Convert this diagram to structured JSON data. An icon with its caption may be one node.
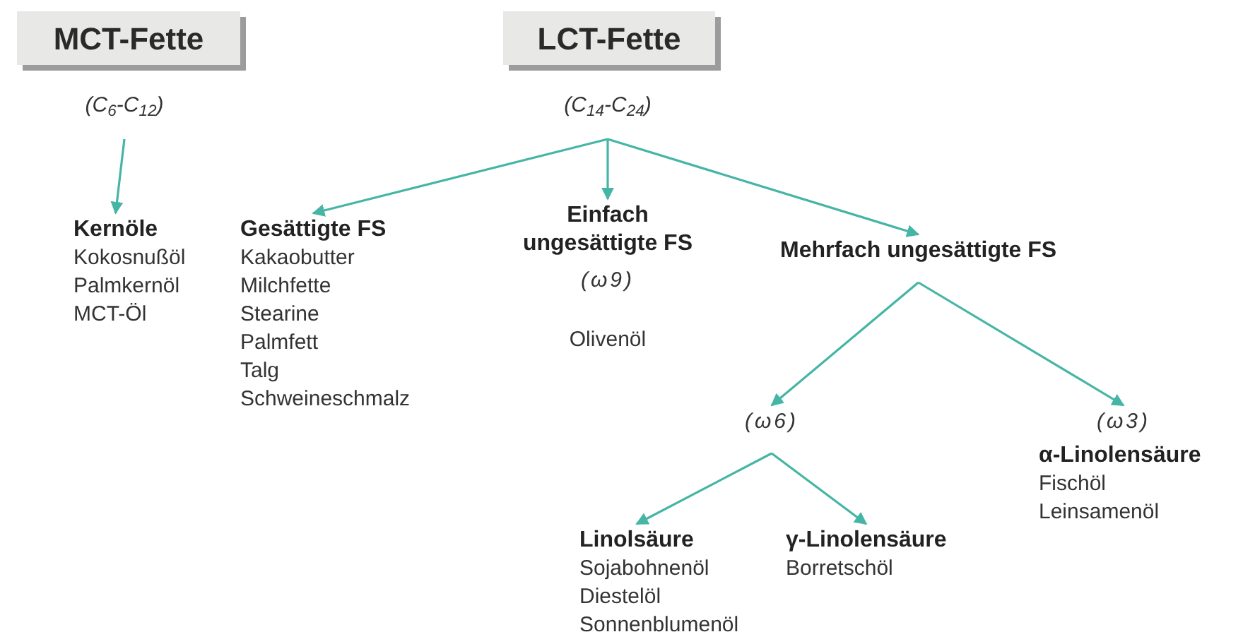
{
  "diagram": {
    "nodes": [
      {
        "text": [
          "MCT-Fette"
        ],
        "beside": [
          "(C$_{6}$-C$_{12}$)"
        ]
      },
      {
        "text": [
          "LCT-Fette"
        ],
        "beside": [
          "(C$_{14}$-C$_{24}$)"
        ]
      },
      {
        "text": [
          "Kernöle",
          "Kokosnußöl",
          "Palmkernöl",
          "MCT-Öl"
        ]
      },
      {
        "text": [
          "Gesättigte FS",
          "Kakaobutter",
          "Milchfette",
          "Stearine",
          "Palmfett",
          "Talg",
          "Schweineschmalz"
        ]
      },
      {
        "text": [
          "Einfach ungesättigte FS",
          "(ω9)",
          "Olivenöl"
        ]
      },
      {
        "text": [
          "Mehrfach ungesättigte FS"
        ]
      },
      {
        "text": [
          "(ω6)"
        ]
      },
      {
        "text": [
          "(ω3)"
        ]
      },
      {
        "text": [
          "α-Linolensäure",
          "Fischöl",
          "Leinsamenöl"
        ]
      },
      {
        "text": [
          "Linolsäure",
          "Sojabohnenöl",
          "Diestelöl",
          "Sonnenblumenöl"
        ]
      },
      {
        "text": [
          "γ-Linolensäure",
          "Borretschöl"
        ]
      }
    ],
    "edges": [
      {
        "from": 0,
        "to": 2,
        "arrow": "to"
      },
      {
        "from": 1,
        "to": 3,
        "arrow": "to"
      },
      {
        "from": 1,
        "to": 4,
        "arrow": "to"
      },
      {
        "from": 1,
        "to": 5,
        "arrow": "to"
      },
      {
        "from": 5,
        "to": 6,
        "arrow": "to"
      },
      {
        "from": 5,
        "to": 7,
        "arrow": "to"
      },
      {
        "from": 6,
        "to": 9,
        "arrow": "to"
      },
      {
        "from": 6,
        "to": 10,
        "arrow": "to"
      }
    ]
  }
}
